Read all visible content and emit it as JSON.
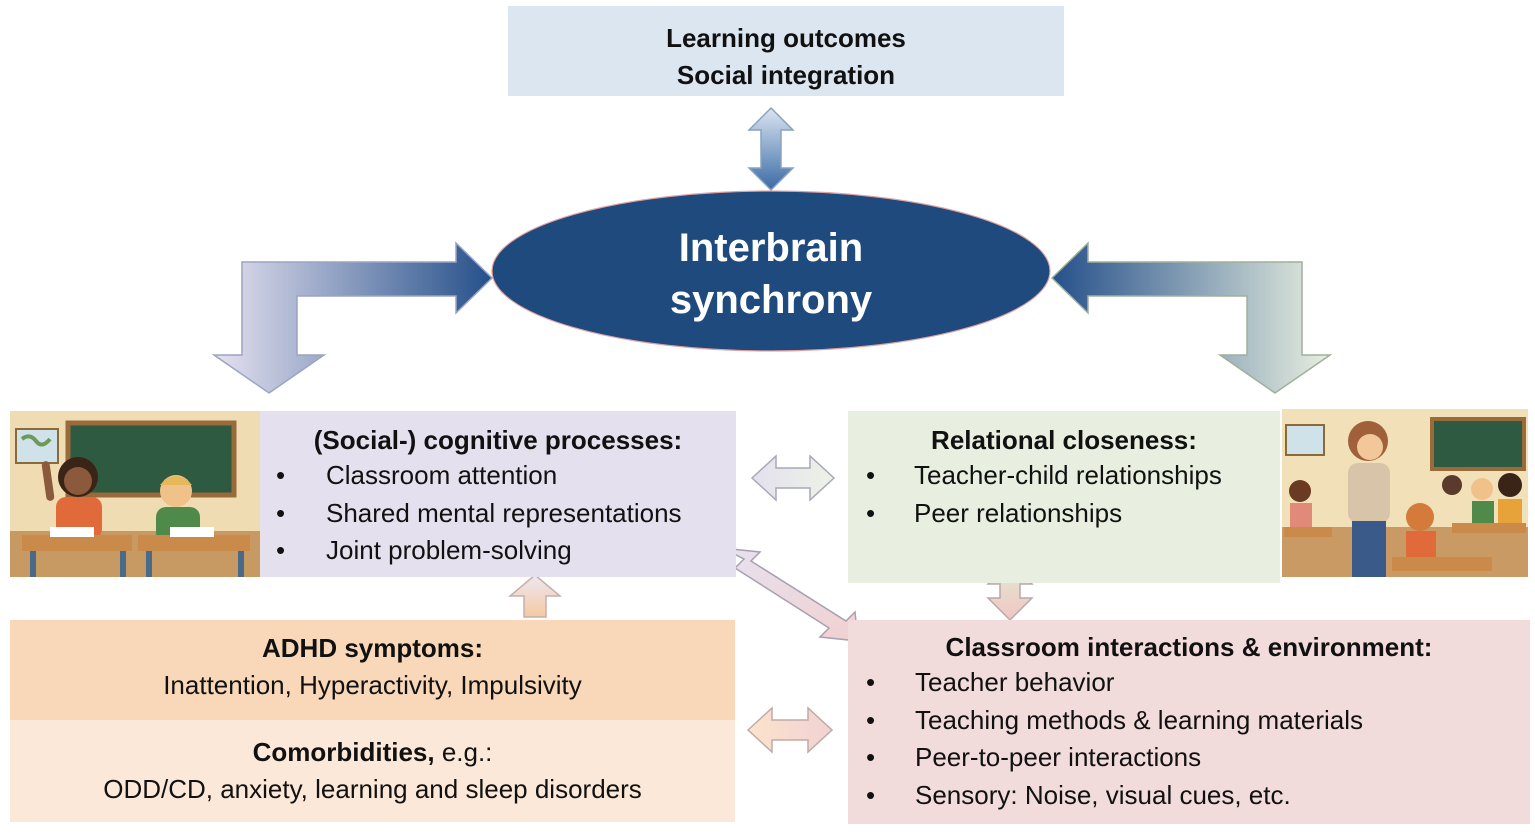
{
  "outcomes": {
    "line1": "Learning outcomes",
    "line2": "Social integration"
  },
  "center": {
    "line1": "Interbrain",
    "line2": "synchrony"
  },
  "cognitive": {
    "title": "(Social-) cognitive processes:",
    "items": [
      "Classroom attention",
      "Shared mental representations",
      "Joint problem-solving"
    ]
  },
  "relational": {
    "title": "Relational closeness:",
    "items": [
      "Teacher-child relationships",
      "Peer relationships"
    ]
  },
  "adhd": {
    "title": "ADHD symptoms:",
    "text": "Inattention, Hyperactivity, Impulsivity"
  },
  "comorbid": {
    "title": "Comorbidities,",
    "title_suffix": " e.g.:",
    "text": "ODD/CD, anxiety, learning and sleep disorders"
  },
  "classroom": {
    "title": "Classroom interactions & environment:",
    "items": [
      "Teacher behavior",
      "Teaching methods & learning materials",
      "Peer-to-peer interactions",
      "Sensory: Noise, visual cues, etc."
    ]
  },
  "bullet": "•",
  "colors": {
    "outcomes_bg": "#dce6f1",
    "ellipse": "#1f4a7d",
    "cognitive_bg": "#e4e0ee",
    "relational_bg": "#e8efe0",
    "adhd_bg": "#f8d8b8",
    "comorbid_bg": "#fbe8d8",
    "classroom_bg": "#f2dcdb"
  },
  "icons": [
    "classroom-illustration-left",
    "classroom-illustration-right",
    "double-arrow-icon"
  ]
}
